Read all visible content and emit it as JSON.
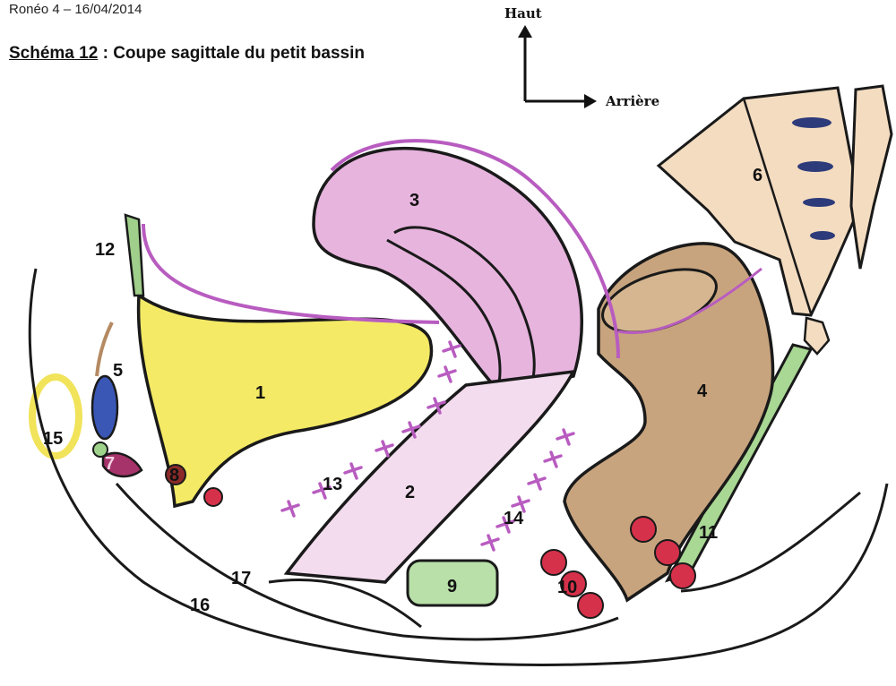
{
  "header": {
    "roneo": "Ronéo 4 – 16/04/2014"
  },
  "title": {
    "label": "Schéma 12",
    "separator": " : ",
    "text": "Coupe sagittale du petit bassin"
  },
  "orientation": {
    "up_label": "Haut",
    "back_label": "Arrière"
  },
  "labels": [
    {
      "id": "1",
      "text": "1"
    },
    {
      "id": "2",
      "text": "2"
    },
    {
      "id": "3",
      "text": "3"
    },
    {
      "id": "4",
      "text": "4"
    },
    {
      "id": "5",
      "text": "5"
    },
    {
      "id": "6",
      "text": "6"
    },
    {
      "id": "7",
      "text": "7"
    },
    {
      "id": "8",
      "text": "8"
    },
    {
      "id": "9",
      "text": "9"
    },
    {
      "id": "10",
      "text": "10"
    },
    {
      "id": "11",
      "text": "11"
    },
    {
      "id": "12",
      "text": "12"
    },
    {
      "id": "13",
      "text": "13"
    },
    {
      "id": "14",
      "text": "14"
    },
    {
      "id": "15",
      "text": "15"
    },
    {
      "id": "16",
      "text": "16"
    },
    {
      "id": "17",
      "text": "17"
    }
  ],
  "colors": {
    "bladder": "#f5ec6a",
    "uterus": "#e2a6d6",
    "peritoneum": "#b85cc0",
    "rectum": "#b58a62",
    "sacrum": "#f0dcc0",
    "green": "#9fd38c",
    "red": "#d6314a",
    "blue": "#3a57b5",
    "outline": "#1a1a1a"
  }
}
